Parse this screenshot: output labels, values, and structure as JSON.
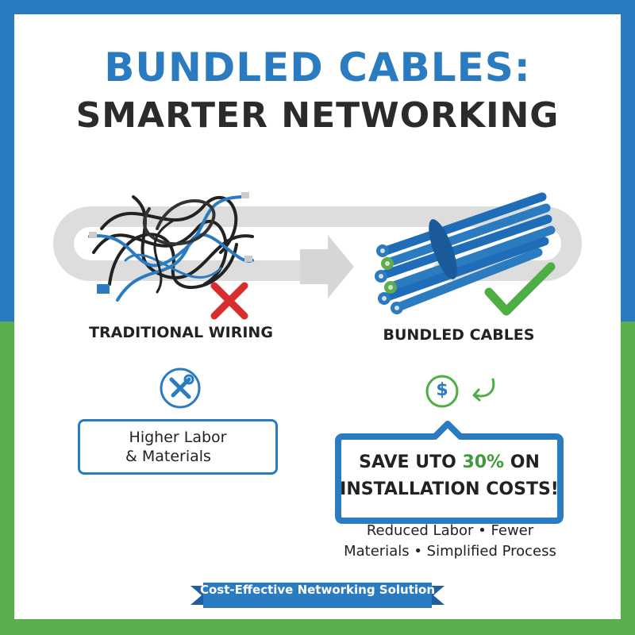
{
  "title": {
    "line1": "BUNDLED CABLES:",
    "line2": "SMARTER NETWORKING"
  },
  "left": {
    "label": "TRADITIONAL WIRING",
    "box_line1": "Higher Labor",
    "box_line2": "& Materials"
  },
  "right": {
    "label": "BUNDLED CABLES",
    "save_prefix": "SAVE UTO ",
    "save_percent": "30%",
    "save_suffix": " ON",
    "save_line2": "INSTALLATION COSTS!",
    "benefits_line1": "Reduced Labor • Fewer",
    "benefits_line2": "Materials • Simplified Process",
    "dollar_symbol": "$"
  },
  "footer": {
    "text": "Cost-Effective Networking Solution"
  },
  "icons": [
    "tangled-cables-icon",
    "red-x-icon",
    "arrow-icon",
    "bundled-cables-icon",
    "green-check-icon",
    "wrench-screwdriver-icon",
    "dollar-icon",
    "return-arrow-icon"
  ],
  "colors": {
    "blue": "#2a7bc0",
    "green": "#5aae4b",
    "red": "#d92c2c",
    "dark": "#222222"
  }
}
